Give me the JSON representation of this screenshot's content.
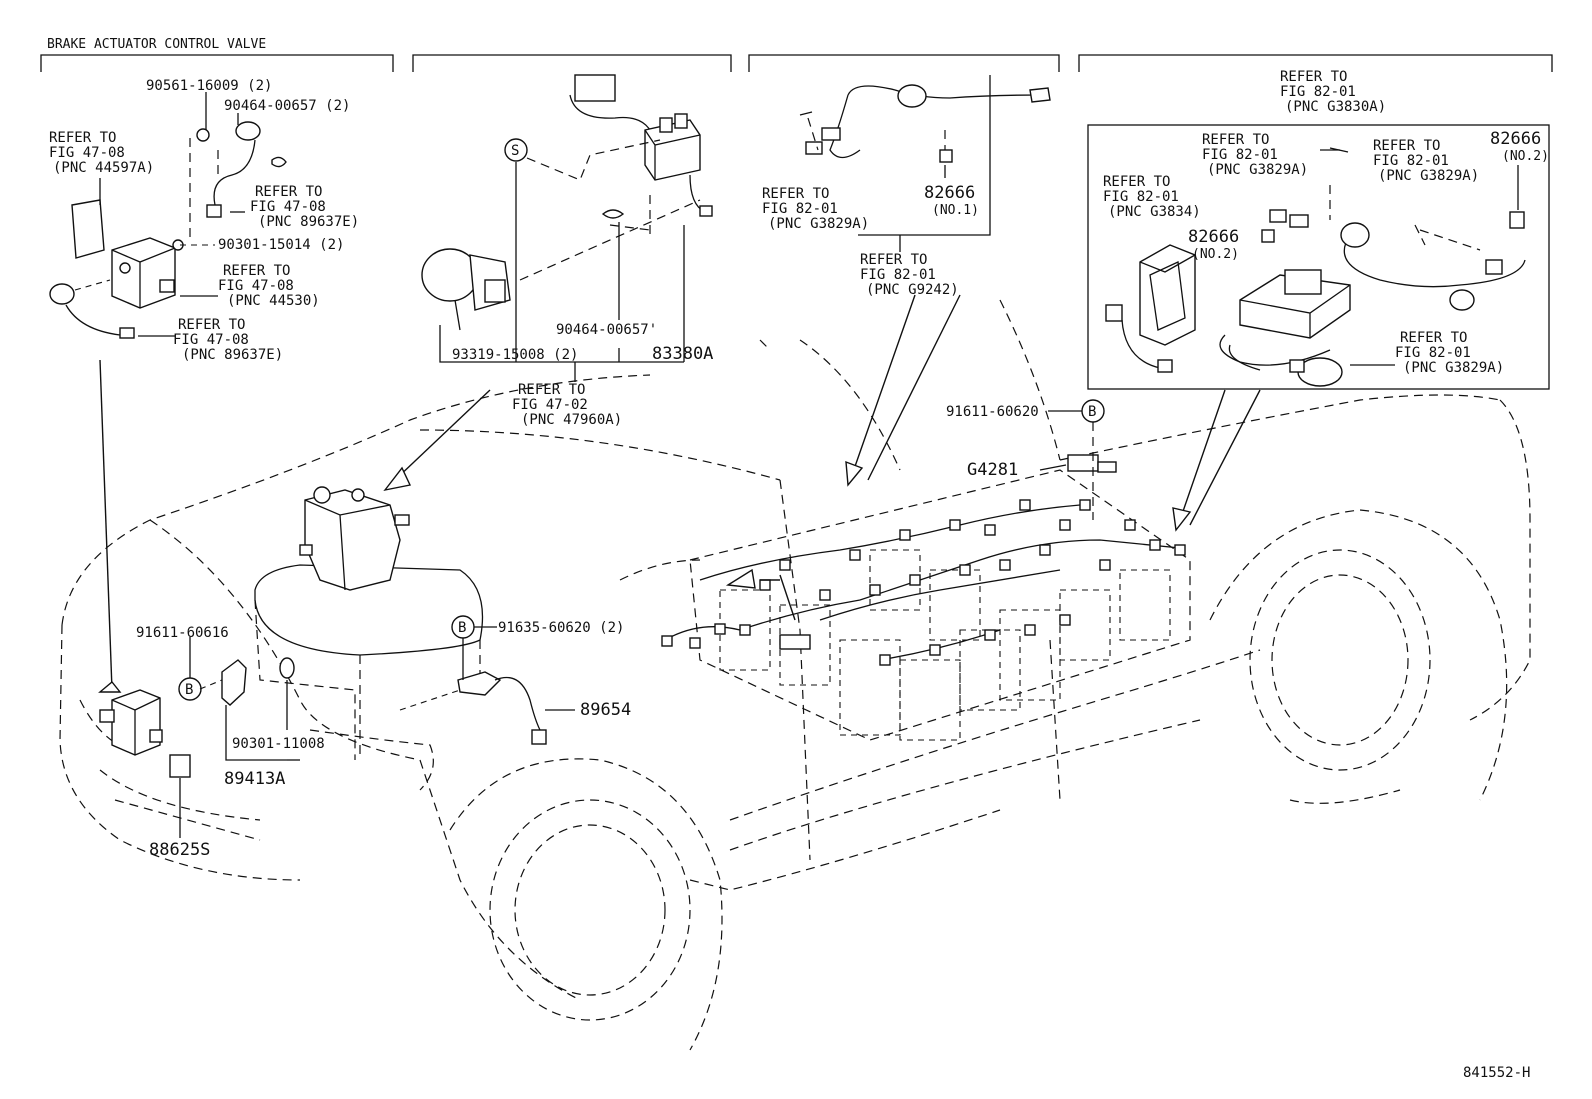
{
  "panels": {
    "brake_actuator": {
      "title": "BRAKE ACTUATOR CONTROL VALVE",
      "parts": {
        "p1": "90561-16009 (2)",
        "p2": "90464-00657 (2)",
        "p3": "90301-15014 (2)"
      },
      "refs": {
        "r1": [
          "REFER TO",
          "FIG 47-08",
          "(PNC 44597A)"
        ],
        "r2": [
          "REFER TO",
          "FIG 47-08",
          "(PNC 89637E)"
        ],
        "r3": [
          "REFER TO",
          "FIG 47-08",
          "(PNC 44530)"
        ],
        "r4": [
          "REFER TO",
          "FIG 47-08",
          "(PNC 89637E)"
        ]
      }
    },
    "panel2": {
      "circle_s": "S",
      "parts": {
        "p1": "90464-00657'",
        "p2": "93319-15008 (2)",
        "p3": "83380A"
      },
      "ref": [
        "REFER TO",
        "FIG 47-02",
        "(PNC 47960A)"
      ]
    },
    "panel3": {
      "ref1": [
        "REFER TO",
        "FIG 82-01",
        "(PNC G3829A)"
      ],
      "part": "82666",
      "part_note": "(NO.1)",
      "ref2": [
        "REFER TO",
        "FIG 82-01",
        "(PNC G9242)"
      ]
    },
    "panel4": {
      "ref_top": [
        "REFER TO",
        "FIG 82-01",
        "(PNC G3830A)"
      ],
      "ref_a": [
        "REFER TO",
        "FIG 82-01",
        "(PNC G3829A)"
      ],
      "ref_b": [
        "REFER TO",
        "FIG 82-01",
        "(PNC G3829A)"
      ],
      "ref_c": [
        "REFER TO",
        "FIG 82-01",
        "(PNC G3834)"
      ],
      "ref_d": [
        "REFER TO",
        "FIG 82-01",
        "(PNC G3829A)"
      ],
      "part1": "82666",
      "part1_note": "(NO.2)",
      "part2": "82666",
      "part2_note": "(NO.2)"
    }
  },
  "vehicle": {
    "parts": {
      "p91611_60620": "91611-60620",
      "circle_b1": "B",
      "g4281": "G4281",
      "p91611_60616": "91611-60616",
      "circle_b2": "B",
      "p91635_60620": "91635-60620 (2)",
      "circle_b3": "B",
      "p89654": "89654",
      "p90301_11008": "90301-11008",
      "p89413a": "89413A",
      "p88625s": "88625S"
    }
  },
  "figure_code": "841552-H"
}
